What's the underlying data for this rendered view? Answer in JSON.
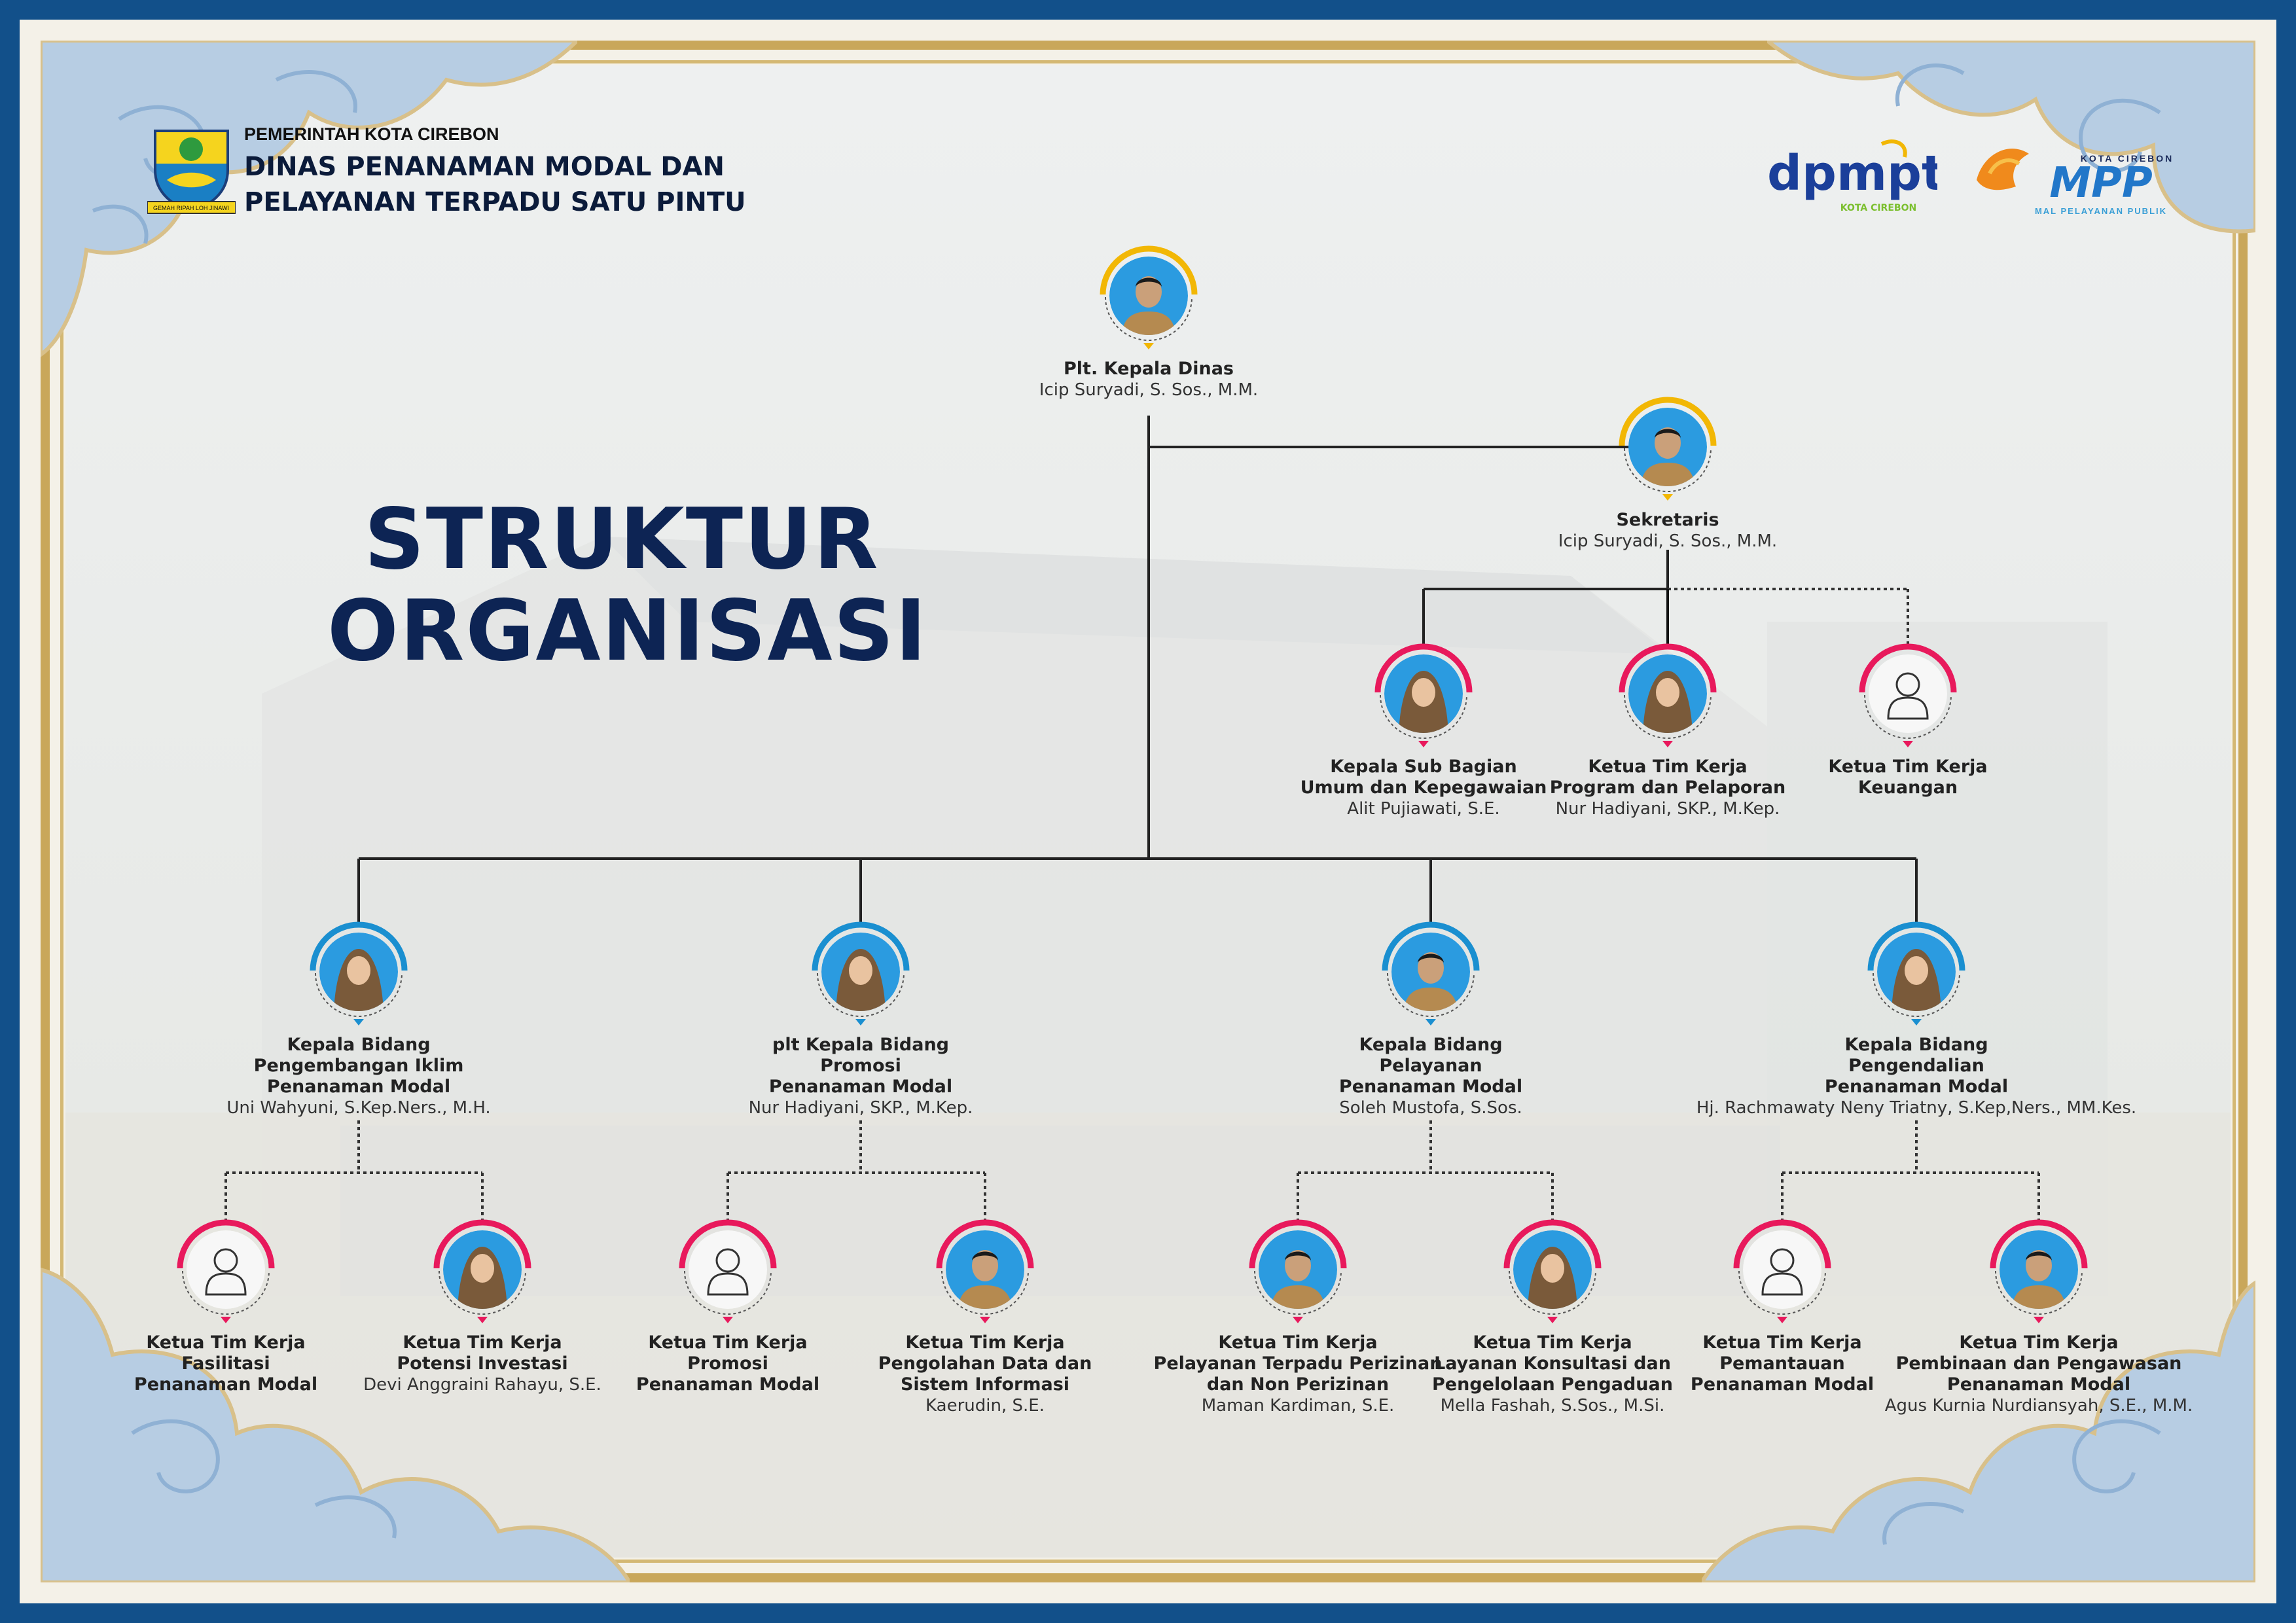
{
  "header": {
    "gov": "PEMERINTAH KOTA CIREBON",
    "dinas_line1": "DINAS PENANAMAN MODAL DAN",
    "dinas_line2": "PELAYANAN TERPADU SATU PINTU",
    "crest_motto": "GEMAH RIPAH LOH JINAWI",
    "logo_dpmptsp": "dpmptsp",
    "logo_dpmptsp_sub": "KOTA CIREBON",
    "logo_mpp": "MPP",
    "logo_mpp_top": "KOTA CIREBON",
    "logo_mpp_sub": "MAL PELAYANAN PUBLIK"
  },
  "title": {
    "line1": "STRUKTUR",
    "line2": "ORGANISASI"
  },
  "colors": {
    "navy": "#0d2454",
    "ring_gold": "#f2b705",
    "ring_blue": "#1a8fd0",
    "ring_pink": "#e8195c",
    "frame_blue": "#12508a",
    "frame_gold": "#c9a75a"
  },
  "nodes": {
    "kepala": {
      "role": "Plt. Kepala Dinas",
      "name": "Icip Suryadi, S. Sos., M.M.",
      "ring": "gold",
      "photo": "male-uniform"
    },
    "sekretaris": {
      "role": "Sekretaris",
      "name": "Icip Suryadi, S. Sos., M.M.",
      "ring": "gold",
      "photo": "male-uniform"
    },
    "kasubag": {
      "role": "Kepala Sub Bagian\nUmum dan Kepegawaian",
      "name": "Alit Pujiawati, S.E.",
      "ring": "pink",
      "photo": "female-hijab"
    },
    "program": {
      "role": "Ketua Tim Kerja\nProgram dan Pelaporan",
      "name": "Nur Hadiyani, SKP., M.Kep.",
      "ring": "pink",
      "photo": "female-hijab"
    },
    "keuangan": {
      "role": "Ketua Tim Kerja\nKeuangan",
      "name": "",
      "ring": "pink",
      "photo": "placeholder"
    },
    "bidang1": {
      "role": "Kepala Bidang\nPengembangan Iklim\nPenanaman Modal",
      "name": "Uni Wahyuni, S.Kep.Ners., M.H.",
      "ring": "blue",
      "photo": "female-hijab"
    },
    "bidang2": {
      "role": "plt Kepala Bidang\nPromosi\nPenanaman Modal",
      "name": "Nur Hadiyani, SKP., M.Kep.",
      "ring": "blue",
      "photo": "female-hijab"
    },
    "bidang3": {
      "role": "Kepala Bidang\nPelayanan\nPenanaman Modal",
      "name": "Soleh Mustofa, S.Sos.",
      "ring": "blue",
      "photo": "male-uniform"
    },
    "bidang4": {
      "role": "Kepala Bidang\nPengendalian\nPenanaman Modal",
      "name": "Hj. Rachmawaty Neny Triatny, S.Kep,Ners., MM.Kes.",
      "ring": "blue",
      "photo": "female-hijab"
    },
    "t1": {
      "role": "Ketua Tim Kerja\nFasilitasi\nPenanaman Modal",
      "name": "",
      "ring": "pink",
      "photo": "placeholder"
    },
    "t2": {
      "role": "Ketua Tim Kerja\nPotensi Investasi",
      "name": "Devi Anggraini Rahayu, S.E.",
      "ring": "pink",
      "photo": "female-hijab"
    },
    "t3": {
      "role": "Ketua Tim Kerja\nPromosi\nPenanaman Modal",
      "name": "",
      "ring": "pink",
      "photo": "placeholder"
    },
    "t4": {
      "role": "Ketua Tim Kerja\nPengolahan Data dan\nSistem Informasi",
      "name": "Kaerudin, S.E.",
      "ring": "pink",
      "photo": "male-uniform"
    },
    "t5": {
      "role": "Ketua Tim Kerja\nPelayanan Terpadu Perizinan\ndan Non Perizinan",
      "name": "Maman Kardiman, S.E.",
      "ring": "pink",
      "photo": "male-uniform"
    },
    "t6": {
      "role": "Ketua Tim Kerja\nLayanan Konsultasi dan\nPengelolaan Pengaduan",
      "name": "Mella Fashah, S.Sos., M.Si.",
      "ring": "pink",
      "photo": "female-hijab"
    },
    "t7": {
      "role": "Ketua Tim Kerja\nPemantauan\nPenanaman Modal",
      "name": "",
      "ring": "pink",
      "photo": "placeholder"
    },
    "t8": {
      "role": "Ketua Tim Kerja\nPembinaan dan Pengawasan\nPenanaman Modal",
      "name": "Agus Kurnia Nurdiansyah, S.E., M.M.",
      "ring": "pink",
      "photo": "male-uniform"
    }
  }
}
